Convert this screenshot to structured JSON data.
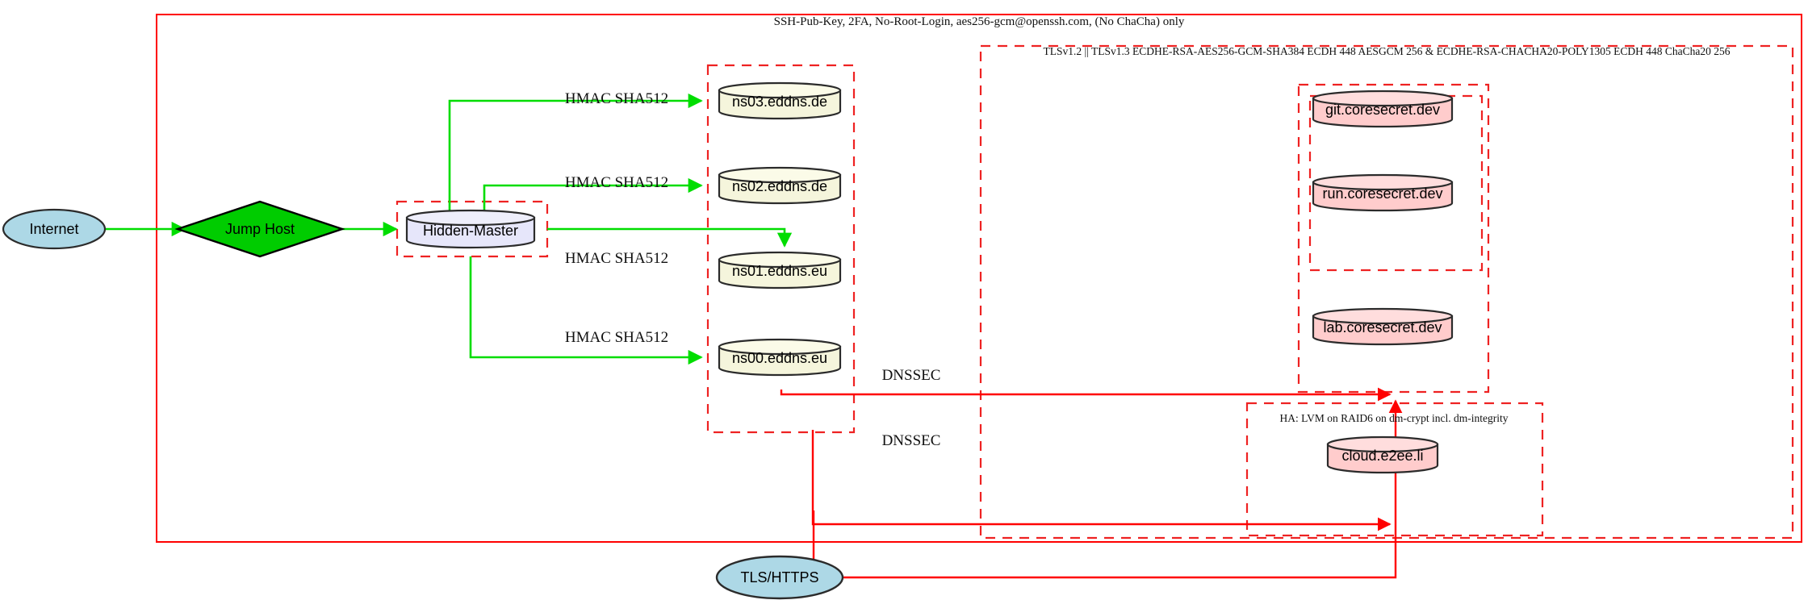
{
  "diagram": {
    "title_top": "SSH-Pub-Key, 2FA, No-Root-Login, aes256-gcm@openssh.com, (No ChaCha) only",
    "colors": {
      "boundary_red": "#ff0000",
      "dashed_red": "#ee2222",
      "edge_green": "#00dd00",
      "edge_red": "#ff0000",
      "node_blue": "#add8e6",
      "node_green": "#00cc00",
      "node_lavender": "#e6e6fa",
      "node_yellow": "#f5f5dc",
      "node_pink": "#ffcccc",
      "stroke_dark": "#2b2b2b"
    },
    "clusters": [
      {
        "id": "outer",
        "label": "SSH-Pub-Key, 2FA, No-Root-Login, aes256-gcm@openssh.com, (No ChaCha) only",
        "style": "solid"
      },
      {
        "id": "tls",
        "label": "TLSv1.2 || TLSv1.3 ECDHE-RSA-AES256-GCM-SHA384 ECDH 448 AESGCM 256 & ECDHE-RSA-CHACHA20-POLY1305 ECDH 448 ChaCha20 256",
        "style": "dashed"
      },
      {
        "id": "ha",
        "label": "HA: LVM on RAID6 on dm-crypt incl. dm-integrity",
        "style": "dashed"
      },
      {
        "id": "dns",
        "label": "",
        "style": "dashed"
      },
      {
        "id": "hidden-master-box",
        "label": "",
        "style": "dashed"
      },
      {
        "id": "coresecret-outer",
        "label": "",
        "style": "dashed"
      },
      {
        "id": "coresecret-inner",
        "label": "",
        "style": "dashed"
      }
    ],
    "nodes": [
      {
        "id": "internet",
        "label": "Internet",
        "shape": "ellipse",
        "fill": "#add8e6"
      },
      {
        "id": "jump-host",
        "label": "Jump Host",
        "shape": "diamond",
        "fill": "#00cc00"
      },
      {
        "id": "hidden-master",
        "label": "Hidden-Master",
        "shape": "cylinder",
        "fill": "#e6e6fa"
      },
      {
        "id": "ns03",
        "label": "ns03.eddns.de",
        "shape": "cylinder",
        "fill": "#f5f5dc"
      },
      {
        "id": "ns02",
        "label": "ns02.eddns.de",
        "shape": "cylinder",
        "fill": "#f5f5dc"
      },
      {
        "id": "ns01",
        "label": "ns01.eddns.eu",
        "shape": "cylinder",
        "fill": "#f5f5dc"
      },
      {
        "id": "ns00",
        "label": "ns00.eddns.eu",
        "shape": "cylinder",
        "fill": "#f5f5dc"
      },
      {
        "id": "git",
        "label": "git.coresecret.dev",
        "shape": "cylinder",
        "fill": "#ffcccc"
      },
      {
        "id": "run",
        "label": "run.coresecret.dev",
        "shape": "cylinder",
        "fill": "#ffcccc"
      },
      {
        "id": "lab",
        "label": "lab.coresecret.dev",
        "shape": "cylinder",
        "fill": "#ffcccc"
      },
      {
        "id": "cloud",
        "label": "cloud.e2ee.li",
        "shape": "cylinder",
        "fill": "#ffcccc"
      },
      {
        "id": "tls-https",
        "label": "TLS/HTTPS",
        "shape": "ellipse",
        "fill": "#add8e6"
      }
    ],
    "edges": [
      {
        "id": "e1",
        "from": "internet",
        "to": "jump-host",
        "label": "",
        "color": "#00dd00"
      },
      {
        "id": "e2",
        "from": "jump-host",
        "to": "hidden-master",
        "label": "",
        "color": "#00dd00"
      },
      {
        "id": "e3",
        "from": "hidden-master",
        "to": "ns03",
        "label": "HMAC SHA512",
        "color": "#00dd00"
      },
      {
        "id": "e4",
        "from": "hidden-master",
        "to": "ns02",
        "label": "HMAC SHA512",
        "color": "#00dd00"
      },
      {
        "id": "e5",
        "from": "hidden-master",
        "to": "ns01",
        "label": "HMAC SHA512",
        "color": "#00dd00"
      },
      {
        "id": "e6",
        "from": "hidden-master",
        "to": "ns00",
        "label": "HMAC SHA512",
        "color": "#00dd00"
      },
      {
        "id": "e7",
        "from": "ns-group",
        "to": "coresecret",
        "label": "DNSSEC",
        "color": "#ff0000"
      },
      {
        "id": "e8",
        "from": "ns-group",
        "to": "cloud",
        "label": "DNSSEC",
        "color": "#ff0000"
      },
      {
        "id": "e9",
        "from": "tls-https",
        "to": "coresecret",
        "label": "",
        "color": "#ff0000"
      }
    ],
    "edge_labels": {
      "hmac": "HMAC SHA512",
      "dnssec": "DNSSEC"
    }
  }
}
